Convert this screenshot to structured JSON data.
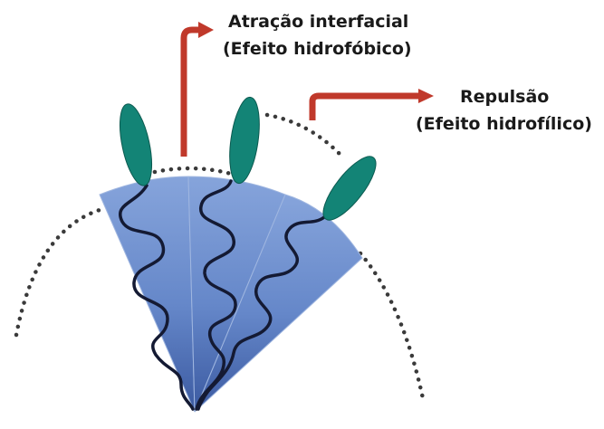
{
  "labels": {
    "attraction_line1": "Atração interfacial",
    "attraction_line2": "(Efeito hidrofóbico)",
    "repulsion_line1": "Repulsão",
    "repulsion_line2": "(Efeito hidrofílico)"
  },
  "colors": {
    "wedge_top": "#7f9fd6",
    "wedge_bottom": "#3d5fa6",
    "chain": "#141a33",
    "head": "#138476",
    "arrow": "#c0392b",
    "dots": "#3a3a3a"
  }
}
